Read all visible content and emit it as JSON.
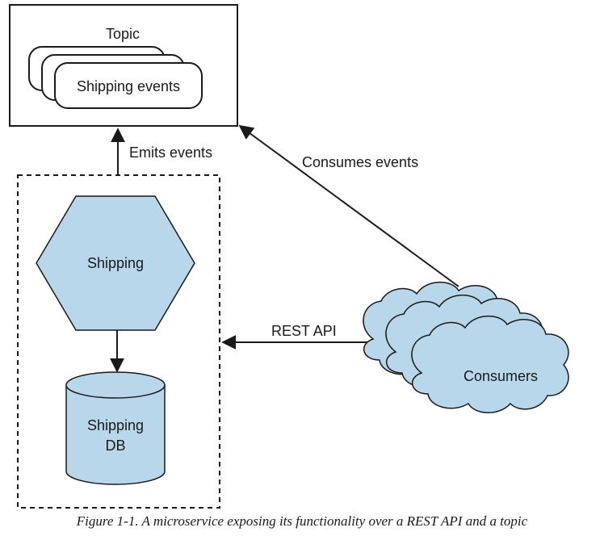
{
  "topic": {
    "title": "Topic",
    "item_label": "Shipping events"
  },
  "service": {
    "name": "Shipping"
  },
  "database": {
    "line1": "Shipping",
    "line2": "DB"
  },
  "consumers": {
    "label": "Consumers"
  },
  "edges": {
    "emits": "Emits events",
    "consumes": "Consumes events",
    "rest": "REST API"
  },
  "caption": "Figure 1-1. A microservice exposing its functionality over a REST API and a topic",
  "colors": {
    "fill": "#b9d7ea",
    "stroke": "#1a1a1a"
  }
}
